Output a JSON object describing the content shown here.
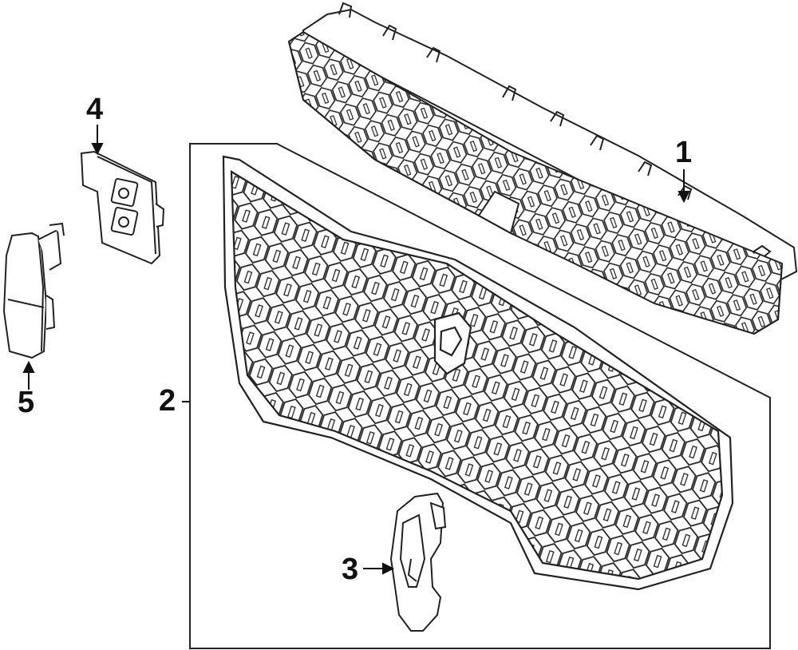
{
  "callouts": {
    "part1": "1",
    "part2": "2",
    "part3": "3",
    "part4": "4",
    "part5": "5"
  },
  "colors": {
    "line": "#222222",
    "background": "#ffffff"
  }
}
